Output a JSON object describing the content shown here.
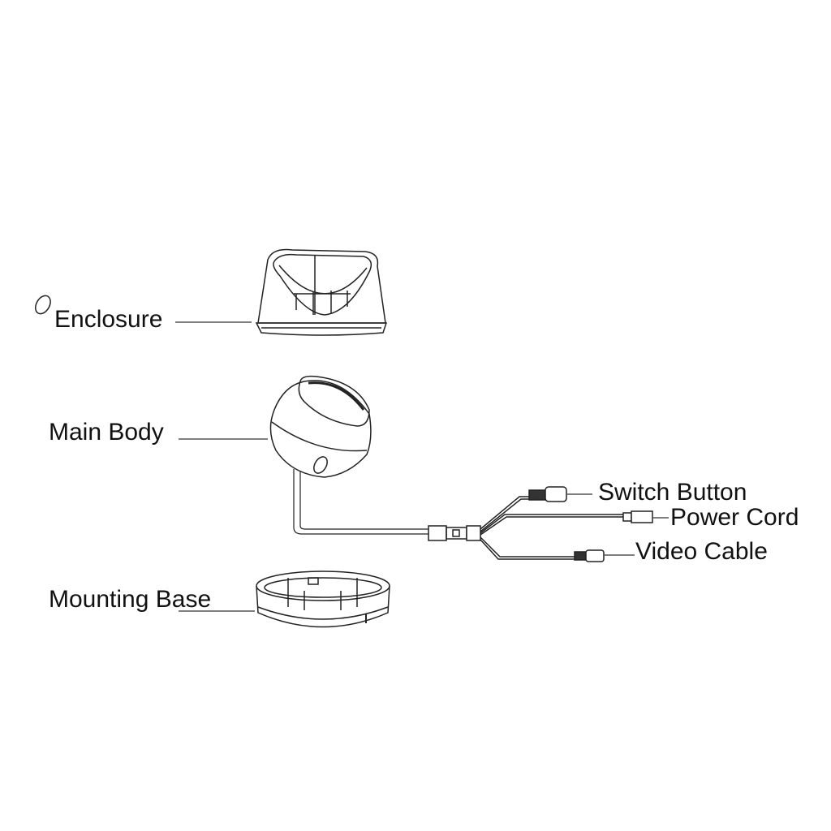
{
  "labels": {
    "enclosure": "Enclosure",
    "main_body": "Main Body",
    "mounting_base": "Mounting Base",
    "switch_button": "Switch Button",
    "power_cord": "Power Cord",
    "video_cable": "Video Cable"
  },
  "colors": {
    "line": "#222222",
    "leader": "#555555"
  }
}
